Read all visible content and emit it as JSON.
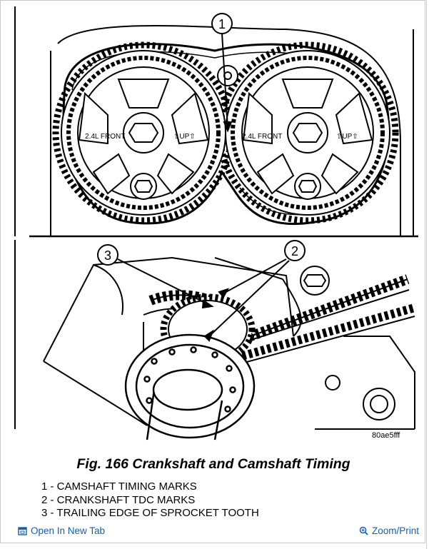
{
  "figure": {
    "sprocket_label_left": "2.4L FRONT",
    "sprocket_up_left": "⇧UP⇧",
    "sprocket_label_right": "2.4L FRONT",
    "sprocket_up_right": "⇧UP⇧",
    "callouts": [
      "1",
      "2",
      "3"
    ],
    "image_code": "80ae5fff"
  },
  "caption": "Fig. 166 Crankshaft and Camshaft Timing",
  "legend": [
    "1 - CAMSHAFT TIMING MARKS",
    "2 - CRANKSHAFT TDC MARKS",
    "3 - TRAILING EDGE OF SPROCKET TOOTH"
  ],
  "footer": {
    "open_label": "Open In New Tab",
    "open_icon": "open-in-new-tab-icon",
    "zoom_label": "Zoom/Print",
    "zoom_icon": "zoom-icon",
    "link_color": "#1a5ea8"
  }
}
